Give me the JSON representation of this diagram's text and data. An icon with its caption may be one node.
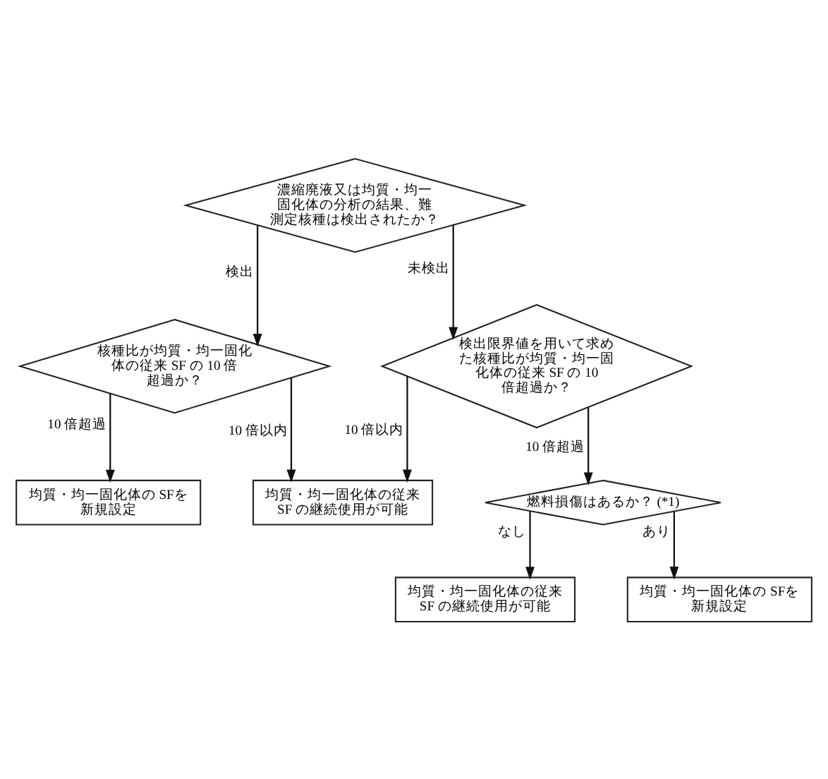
{
  "diagram": {
    "nodes": [
      {
        "text": [
          "濃縮廃液又は均質・均一固化体の分析の結果、難測定核種は検出されたか？"
        ]
      },
      {
        "text": [
          "核種比が均質・均一固化体の従来 SF の 10 倍超過か？"
        ]
      },
      {
        "text": [
          "検出限界値を用いて求めた核種比が均質・均一固化体の従来 SF の 10 倍超過か？"
        ]
      },
      {
        "text": [
          "均質・均一固化体の従来SF の継続使用が可能"
        ]
      },
      {
        "text": [
          "均質・均一固化体の SFを新規設定"
        ]
      },
      {
        "text": [
          "燃料損傷はあるか？ (*1)"
        ]
      },
      {
        "text": [
          "均質・均一固化体の従来SF の継続使用が可能"
        ]
      },
      {
        "text": [
          "均質・均一固化体の SFを新規設定"
        ]
      }
    ],
    "edges": [
      {
        "from": 0,
        "to": 1,
        "arrow": "to",
        "label": "検出"
      },
      {
        "from": 0,
        "to": 2,
        "arrow": "to",
        "label": "未検出"
      },
      {
        "from": 1,
        "to": 3,
        "arrow": "to",
        "label": "10 倍以内"
      },
      {
        "from": 2,
        "to": 3,
        "arrow": "to",
        "label": "10 倍以内"
      },
      {
        "from": 1,
        "to": 4,
        "arrow": "to",
        "label": "10 倍超過"
      },
      {
        "from": 2,
        "to": 5,
        "arrow": "to",
        "label": "10 倍超過"
      },
      {
        "from": 5,
        "to": 6,
        "arrow": "to",
        "label": "なし"
      },
      {
        "from": 5,
        "to": 7,
        "arrow": "to",
        "label": "あり"
      }
    ]
  }
}
